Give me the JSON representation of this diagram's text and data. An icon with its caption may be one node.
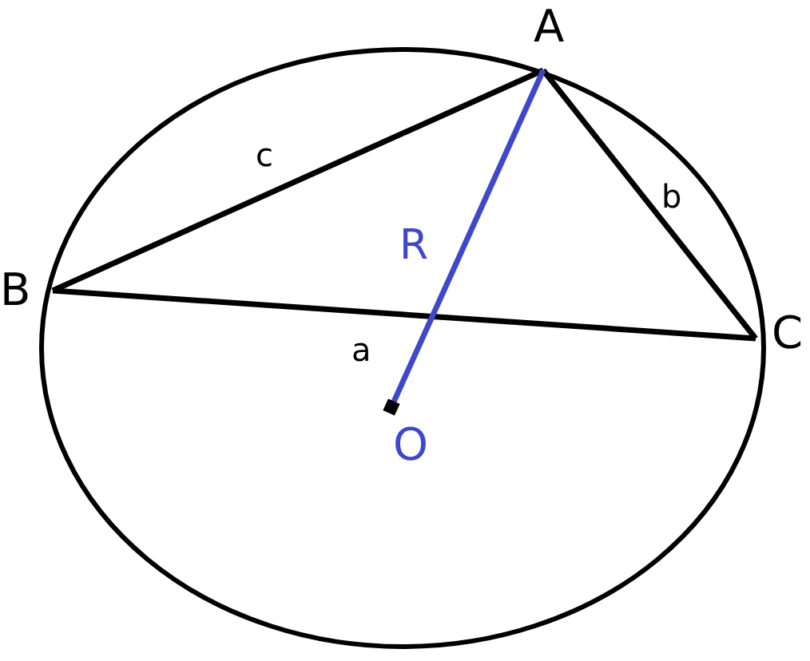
{
  "diagram": {
    "nodes": [
      {
        "text": [
          "A"
        ]
      },
      {
        "text": [
          "B"
        ]
      },
      {
        "text": [
          "C"
        ]
      },
      {
        "text": [
          "O"
        ]
      }
    ],
    "edges": [
      {
        "from": 0,
        "to": 1,
        "arrow": "none",
        "label": "c"
      },
      {
        "from": 1,
        "to": 2,
        "arrow": "none",
        "label": "a"
      },
      {
        "from": 2,
        "to": 0,
        "arrow": "none",
        "label": "b"
      },
      {
        "from": 0,
        "to": 3,
        "arrow": "other",
        "label": "R",
        "color": "#3f48cc"
      }
    ]
  }
}
